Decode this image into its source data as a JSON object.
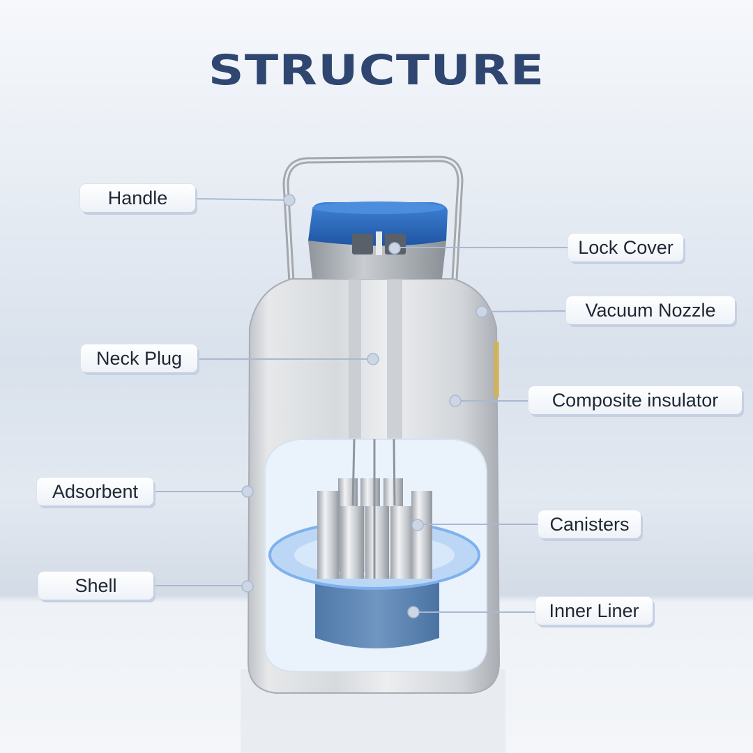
{
  "title": "STRUCTURE",
  "colors": {
    "title": "#2f4670",
    "lid_blue": "#2d6cc0",
    "liner_blue": "#6c8fb8",
    "leader_line": "#aab8cf"
  },
  "labels": {
    "handle": "Handle",
    "lock_cover": "Lock Cover",
    "vacuum_nozzle": "Vacuum Nozzle",
    "neck_plug": "Neck Plug",
    "composite_insulator": "Composite insulator",
    "adsorbent": "Adsorbent",
    "canisters": "Canisters",
    "shell": "Shell",
    "inner_liner": "Inner Liner"
  }
}
